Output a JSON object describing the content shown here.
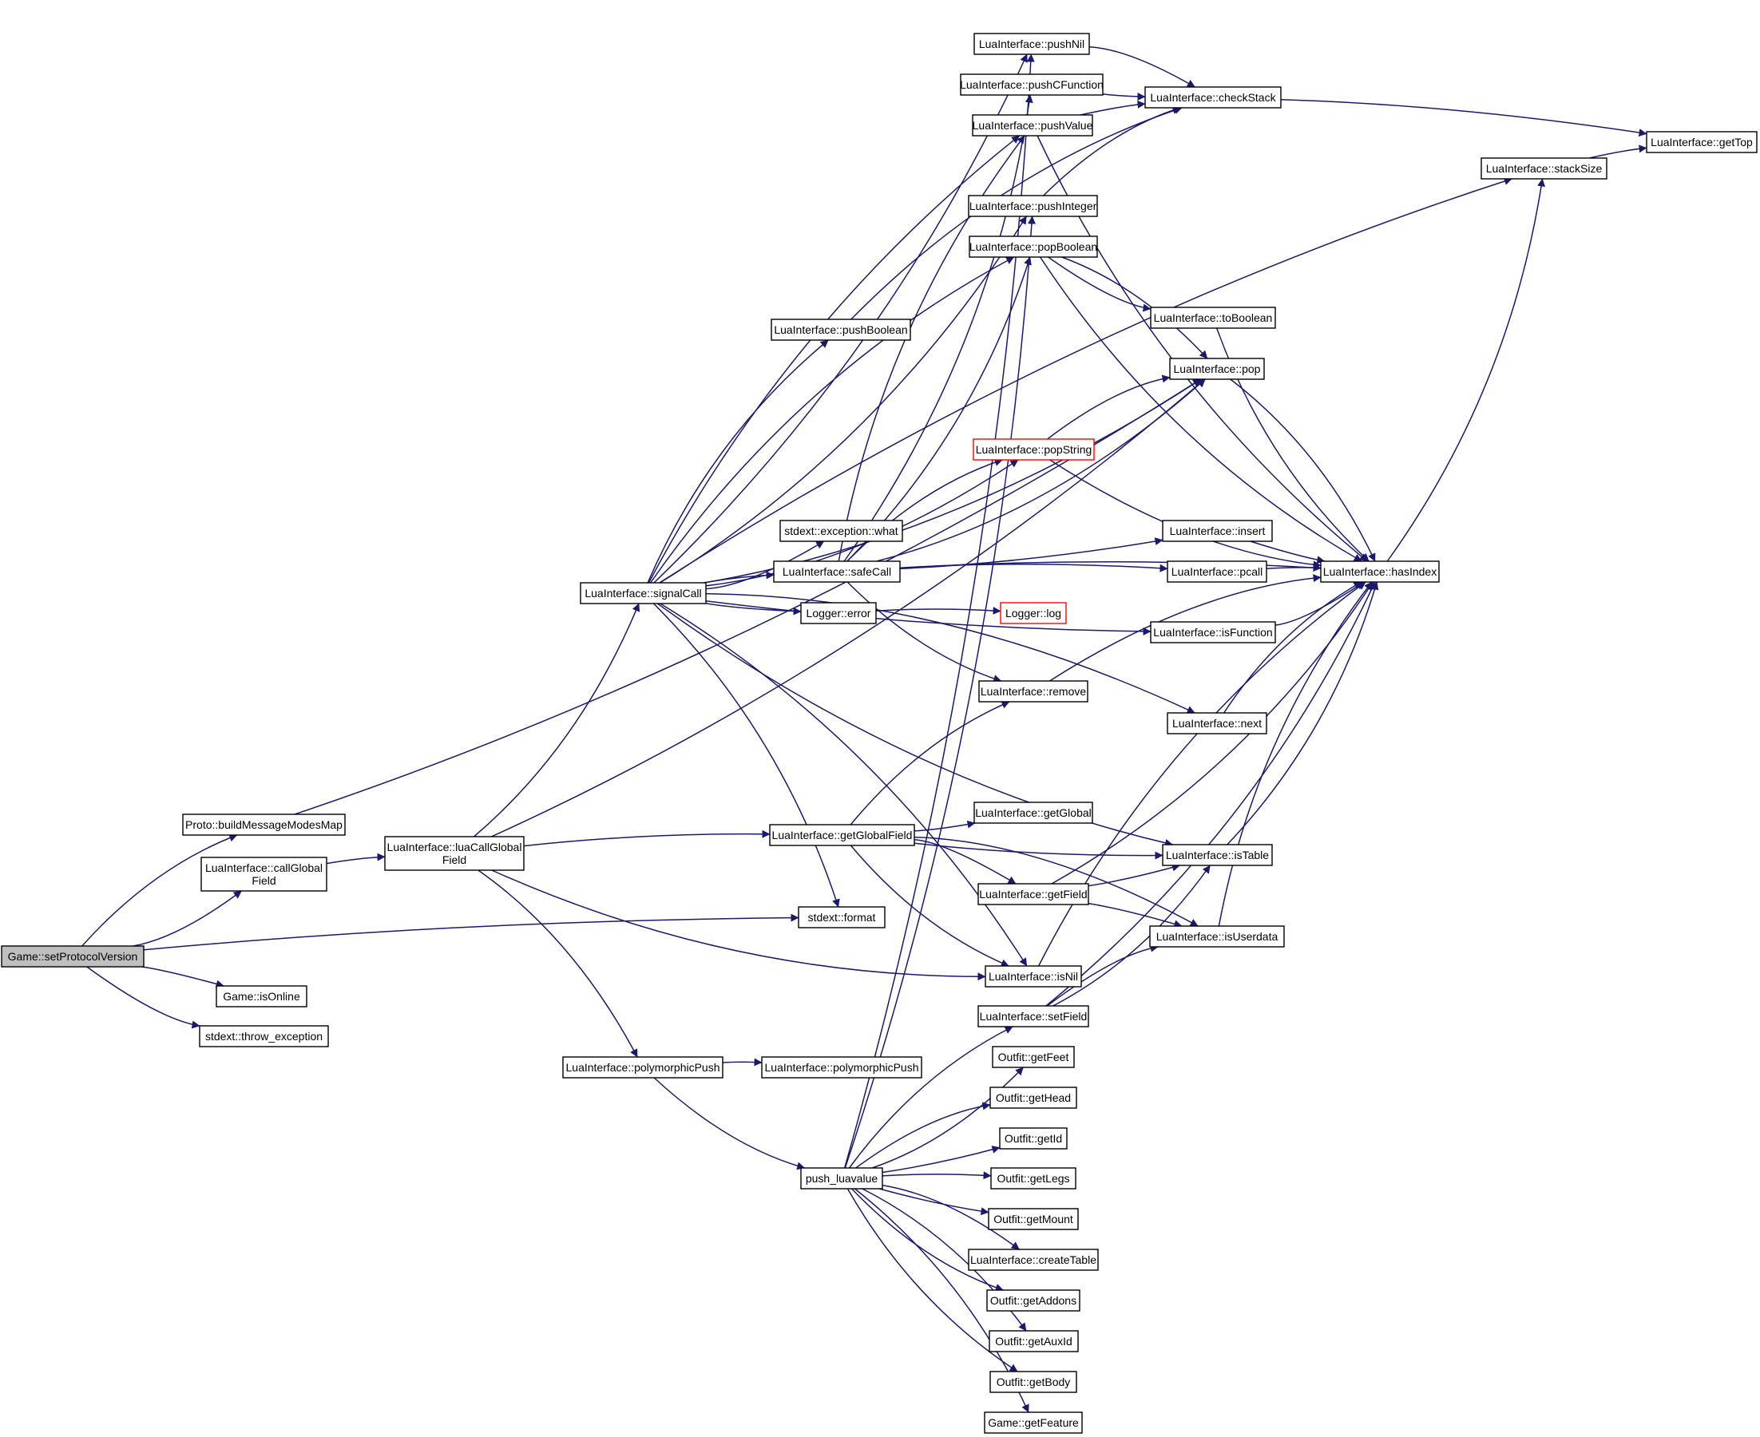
{
  "nodes": [
    {
      "id": "setProtocolVersion",
      "lines": [
        "Game::setProtocolVersion"
      ],
      "root": true
    },
    {
      "id": "buildMessageModesMap",
      "lines": [
        "Proto::buildMessageModesMap"
      ]
    },
    {
      "id": "callGlobalField",
      "lines": [
        "LuaInterface::callGlobal",
        "Field"
      ]
    },
    {
      "id": "isOnline",
      "lines": [
        "Game::isOnline"
      ]
    },
    {
      "id": "throw_exception",
      "lines": [
        "stdext::throw_exception"
      ]
    },
    {
      "id": "luaCallGlobalField",
      "lines": [
        "LuaInterface::luaCallGlobal",
        "Field"
      ]
    },
    {
      "id": "signalCall",
      "lines": [
        "LuaInterface::signalCall"
      ]
    },
    {
      "id": "polymorphicPush1",
      "lines": [
        "LuaInterface::polymorphicPush"
      ]
    },
    {
      "id": "pushBoolean",
      "lines": [
        "LuaInterface::pushBoolean"
      ]
    },
    {
      "id": "exceptionWhat",
      "lines": [
        "stdext::exception::what"
      ]
    },
    {
      "id": "safeCall",
      "lines": [
        "LuaInterface::safeCall"
      ]
    },
    {
      "id": "loggerError",
      "lines": [
        "Logger::error"
      ]
    },
    {
      "id": "getGlobalField",
      "lines": [
        "LuaInterface::getGlobalField"
      ]
    },
    {
      "id": "stdextFormat",
      "lines": [
        "stdext::format"
      ]
    },
    {
      "id": "polymorphicPush2",
      "lines": [
        "LuaInterface::polymorphicPush"
      ]
    },
    {
      "id": "push_luavalue",
      "lines": [
        "push_luavalue"
      ]
    },
    {
      "id": "pushNil",
      "lines": [
        "LuaInterface::pushNil"
      ]
    },
    {
      "id": "pushCFunction",
      "lines": [
        "LuaInterface::pushCFunction"
      ]
    },
    {
      "id": "pushValue",
      "lines": [
        "LuaInterface::pushValue"
      ]
    },
    {
      "id": "pushInteger",
      "lines": [
        "LuaInterface::pushInteger"
      ]
    },
    {
      "id": "popBoolean",
      "lines": [
        "LuaInterface::popBoolean"
      ]
    },
    {
      "id": "popString",
      "lines": [
        "LuaInterface::popString"
      ],
      "truncated": true
    },
    {
      "id": "loggerLog",
      "lines": [
        "Logger::log"
      ],
      "truncated": true
    },
    {
      "id": "remove",
      "lines": [
        "LuaInterface::remove"
      ]
    },
    {
      "id": "getGlobal",
      "lines": [
        "LuaInterface::getGlobal"
      ]
    },
    {
      "id": "getField",
      "lines": [
        "LuaInterface::getField"
      ]
    },
    {
      "id": "isNil",
      "lines": [
        "LuaInterface::isNil"
      ]
    },
    {
      "id": "setField",
      "lines": [
        "LuaInterface::setField"
      ]
    },
    {
      "id": "getFeet",
      "lines": [
        "Outfit::getFeet"
      ]
    },
    {
      "id": "getHead",
      "lines": [
        "Outfit::getHead"
      ]
    },
    {
      "id": "getId",
      "lines": [
        "Outfit::getId"
      ]
    },
    {
      "id": "getLegs",
      "lines": [
        "Outfit::getLegs"
      ]
    },
    {
      "id": "getMount",
      "lines": [
        "Outfit::getMount"
      ]
    },
    {
      "id": "createTable",
      "lines": [
        "LuaInterface::createTable"
      ]
    },
    {
      "id": "getAddons",
      "lines": [
        "Outfit::getAddons"
      ]
    },
    {
      "id": "getAuxId",
      "lines": [
        "Outfit::getAuxId"
      ]
    },
    {
      "id": "getBody",
      "lines": [
        "Outfit::getBody"
      ]
    },
    {
      "id": "getFeature",
      "lines": [
        "Game::getFeature"
      ]
    },
    {
      "id": "checkStack",
      "lines": [
        "LuaInterface::checkStack"
      ]
    },
    {
      "id": "toBoolean",
      "lines": [
        "LuaInterface::toBoolean"
      ]
    },
    {
      "id": "pop",
      "lines": [
        "LuaInterface::pop"
      ]
    },
    {
      "id": "insert",
      "lines": [
        "LuaInterface::insert"
      ]
    },
    {
      "id": "pcall",
      "lines": [
        "LuaInterface::pcall"
      ]
    },
    {
      "id": "isFunction",
      "lines": [
        "LuaInterface::isFunction"
      ]
    },
    {
      "id": "next",
      "lines": [
        "LuaInterface::next"
      ]
    },
    {
      "id": "isTable",
      "lines": [
        "LuaInterface::isTable"
      ]
    },
    {
      "id": "isUserdata",
      "lines": [
        "LuaInterface::isUserdata"
      ]
    },
    {
      "id": "stackSize",
      "lines": [
        "LuaInterface::stackSize"
      ]
    },
    {
      "id": "hasIndex",
      "lines": [
        "LuaInterface::hasIndex"
      ]
    },
    {
      "id": "getTop",
      "lines": [
        "LuaInterface::getTop"
      ]
    }
  ],
  "edges": [
    [
      "setProtocolVersion",
      "buildMessageModesMap"
    ],
    [
      "setProtocolVersion",
      "callGlobalField"
    ],
    [
      "setProtocolVersion",
      "isOnline"
    ],
    [
      "setProtocolVersion",
      "throw_exception"
    ],
    [
      "setProtocolVersion",
      "stdextFormat"
    ],
    [
      "buildMessageModesMap",
      "pop"
    ],
    [
      "callGlobalField",
      "luaCallGlobalField"
    ],
    [
      "luaCallGlobalField",
      "signalCall"
    ],
    [
      "luaCallGlobalField",
      "getGlobalField"
    ],
    [
      "luaCallGlobalField",
      "isNil"
    ],
    [
      "luaCallGlobalField",
      "polymorphicPush1"
    ],
    [
      "luaCallGlobalField",
      "pop"
    ],
    [
      "signalCall",
      "pushBoolean"
    ],
    [
      "signalCall",
      "exceptionWhat"
    ],
    [
      "signalCall",
      "safeCall"
    ],
    [
      "signalCall",
      "loggerError"
    ],
    [
      "signalCall",
      "stdextFormat"
    ],
    [
      "signalCall",
      "pushNil"
    ],
    [
      "signalCall",
      "pushValue"
    ],
    [
      "signalCall",
      "pushInteger"
    ],
    [
      "signalCall",
      "stackSize"
    ],
    [
      "signalCall",
      "isFunction"
    ],
    [
      "signalCall",
      "next"
    ],
    [
      "signalCall",
      "isTable"
    ],
    [
      "signalCall",
      "isNil"
    ],
    [
      "signalCall",
      "pop"
    ],
    [
      "signalCall",
      "popBoolean"
    ],
    [
      "signalCall",
      "popString"
    ],
    [
      "polymorphicPush1",
      "polymorphicPush2"
    ],
    [
      "polymorphicPush1",
      "push_luavalue"
    ],
    [
      "pushBoolean",
      "checkStack"
    ],
    [
      "safeCall",
      "pushCFunction"
    ],
    [
      "safeCall",
      "pushValue"
    ],
    [
      "safeCall",
      "insert"
    ],
    [
      "safeCall",
      "pcall"
    ],
    [
      "safeCall",
      "remove"
    ],
    [
      "safeCall",
      "popString"
    ],
    [
      "safeCall",
      "pop"
    ],
    [
      "safeCall",
      "hasIndex"
    ],
    [
      "safeCall",
      "popBoolean"
    ],
    [
      "loggerError",
      "loggerLog"
    ],
    [
      "getGlobalField",
      "getGlobal"
    ],
    [
      "getGlobalField",
      "getField"
    ],
    [
      "getGlobalField",
      "isTable"
    ],
    [
      "getGlobalField",
      "isUserdata"
    ],
    [
      "getGlobalField",
      "isNil"
    ],
    [
      "getGlobalField",
      "remove"
    ],
    [
      "push_luavalue",
      "pushNil"
    ],
    [
      "push_luavalue",
      "setField"
    ],
    [
      "push_luavalue",
      "getFeet"
    ],
    [
      "push_luavalue",
      "getHead"
    ],
    [
      "push_luavalue",
      "getId"
    ],
    [
      "push_luavalue",
      "getLegs"
    ],
    [
      "push_luavalue",
      "getMount"
    ],
    [
      "push_luavalue",
      "createTable"
    ],
    [
      "push_luavalue",
      "getAddons"
    ],
    [
      "push_luavalue",
      "getAuxId"
    ],
    [
      "push_luavalue",
      "getBody"
    ],
    [
      "push_luavalue",
      "getFeature"
    ],
    [
      "push_luavalue",
      "pushInteger"
    ],
    [
      "pushNil",
      "checkStack"
    ],
    [
      "pushCFunction",
      "checkStack"
    ],
    [
      "pushValue",
      "checkStack"
    ],
    [
      "pushValue",
      "hasIndex"
    ],
    [
      "pushInteger",
      "checkStack"
    ],
    [
      "popBoolean",
      "toBoolean"
    ],
    [
      "popBoolean",
      "pop"
    ],
    [
      "popBoolean",
      "hasIndex"
    ],
    [
      "popString",
      "pop"
    ],
    [
      "popString",
      "hasIndex"
    ],
    [
      "remove",
      "hasIndex"
    ],
    [
      "getField",
      "isTable"
    ],
    [
      "getField",
      "isUserdata"
    ],
    [
      "getField",
      "hasIndex"
    ],
    [
      "isNil",
      "hasIndex"
    ],
    [
      "setField",
      "isTable"
    ],
    [
      "setField",
      "isUserdata"
    ],
    [
      "setField",
      "hasIndex"
    ],
    [
      "checkStack",
      "getTop"
    ],
    [
      "toBoolean",
      "hasIndex"
    ],
    [
      "pop",
      "hasIndex"
    ],
    [
      "insert",
      "hasIndex"
    ],
    [
      "pcall",
      "hasIndex"
    ],
    [
      "isFunction",
      "hasIndex"
    ],
    [
      "next",
      "hasIndex"
    ],
    [
      "isTable",
      "hasIndex"
    ],
    [
      "isUserdata",
      "hasIndex"
    ],
    [
      "hasIndex",
      "stackSize"
    ],
    [
      "stackSize",
      "getTop"
    ]
  ]
}
